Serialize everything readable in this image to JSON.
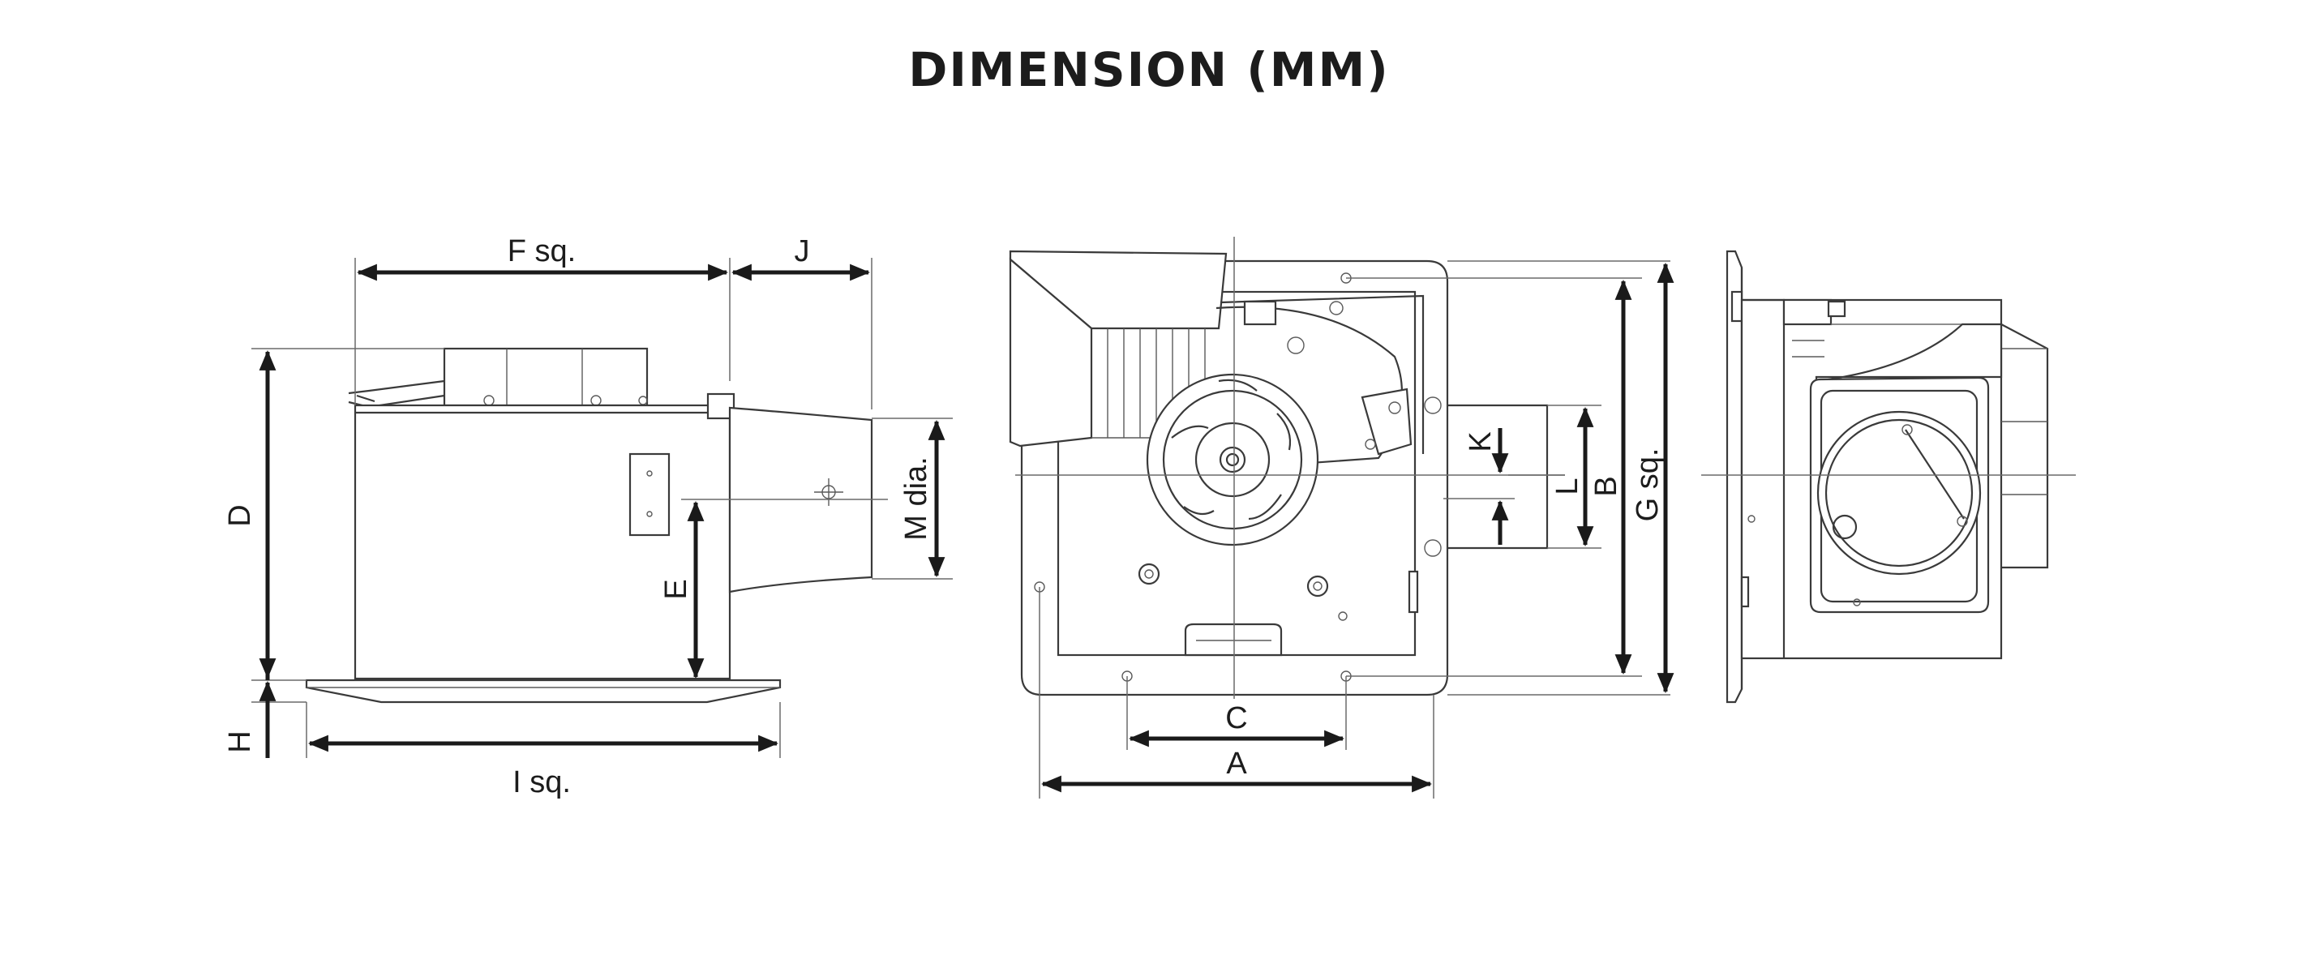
{
  "title": "DIMENSION (MM)",
  "labels": {
    "f_sq": "F sq.",
    "j": "J",
    "d": "D",
    "e": "E",
    "m_dia": "M dia.",
    "h": "H",
    "i_sq": "I sq.",
    "c": "C",
    "a": "A",
    "k": "K",
    "l": "L",
    "b": "B",
    "g_sq": "G sq."
  },
  "colors": {
    "line": "#3a3a3a",
    "dimension": "#1a1a1a",
    "text": "#1c1c1c",
    "background": "#ffffff"
  }
}
